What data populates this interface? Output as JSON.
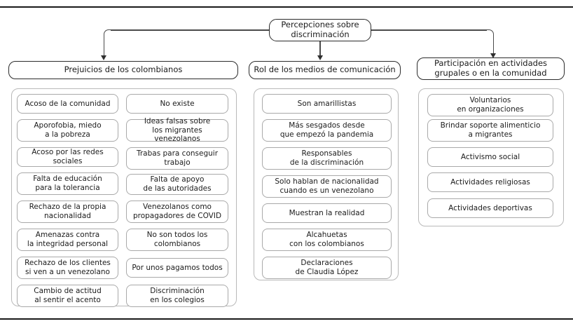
{
  "figure": {
    "root": {
      "line1": "Percepciones sobre",
      "line2": "discriminación"
    },
    "branches": [
      {
        "id": "prejuicios",
        "header": {
          "line1": "Prejuicios de los colombianos",
          "line2": ""
        },
        "columns": [
          [
            {
              "line1": "Acoso de la comunidad",
              "line2": ""
            },
            {
              "line1": "Aporofobia, miedo",
              "line2": "a la pobreza"
            },
            {
              "line1": "Acoso por las redes sociales",
              "line2": ""
            },
            {
              "line1": "Falta de educación",
              "line2": "para la tolerancia"
            },
            {
              "line1": "Rechazo de la propia",
              "line2": "nacionalidad"
            },
            {
              "line1": "Amenazas contra",
              "line2": "la integridad personal"
            },
            {
              "line1": "Rechazo de los clientes",
              "line2": "si ven a un venezolano"
            },
            {
              "line1": "Cambio de actitud",
              "line2": "al sentir el acento"
            }
          ],
          [
            {
              "line1": "No existe",
              "line2": ""
            },
            {
              "line1": "Ideas falsas sobre",
              "line2": "los migrantes venezolanos"
            },
            {
              "line1": "Trabas para conseguir",
              "line2": "trabajo"
            },
            {
              "line1": "Falta de apoyo",
              "line2": "de las autoridades"
            },
            {
              "line1": "Venezolanos como",
              "line2": "propagadores de COVID"
            },
            {
              "line1": "No son todos los",
              "line2": "colombianos"
            },
            {
              "line1": "Por unos pagamos todos",
              "line2": ""
            },
            {
              "line1": "Discriminación",
              "line2": "en los colegios"
            }
          ]
        ]
      },
      {
        "id": "medios",
        "header": {
          "line1": "Rol de los medios de comunicación",
          "line2": ""
        },
        "columns": [
          [
            {
              "line1": "Son amarillistas",
              "line2": ""
            },
            {
              "line1": "Más sesgados desde",
              "line2": "que empezó la pandemia"
            },
            {
              "line1": "Responsables",
              "line2": "de la discriminación"
            },
            {
              "line1": "Solo hablan de nacionalidad",
              "line2": "cuando es un venezolano"
            },
            {
              "line1": "Muestran la realidad",
              "line2": ""
            },
            {
              "line1": "Alcahuetas",
              "line2": "con los colombianos"
            },
            {
              "line1": "Declaraciones",
              "line2": "de Claudia López"
            }
          ]
        ]
      },
      {
        "id": "participacion",
        "header": {
          "line1": "Participación en actividades",
          "line2": "grupales o en la comunidad"
        },
        "columns": [
          [
            {
              "line1": "Voluntarios",
              "line2": "en organizaciones"
            },
            {
              "line1": "Brindar soporte alimenticio",
              "line2": "a migrantes"
            },
            {
              "line1": "Activismo social",
              "line2": ""
            },
            {
              "line1": "Actividades religiosas",
              "line2": ""
            },
            {
              "line1": "Actividades deportivas",
              "line2": ""
            }
          ]
        ]
      }
    ]
  },
  "colors": {
    "node_border": "#3a3a3a",
    "item_border": "#a9a9a9",
    "container_border": "#b9b9b9",
    "connector": "#4a4a4a",
    "text": "#1b1b1b",
    "rule": "#1a1a1a",
    "background": "#ffffff"
  }
}
